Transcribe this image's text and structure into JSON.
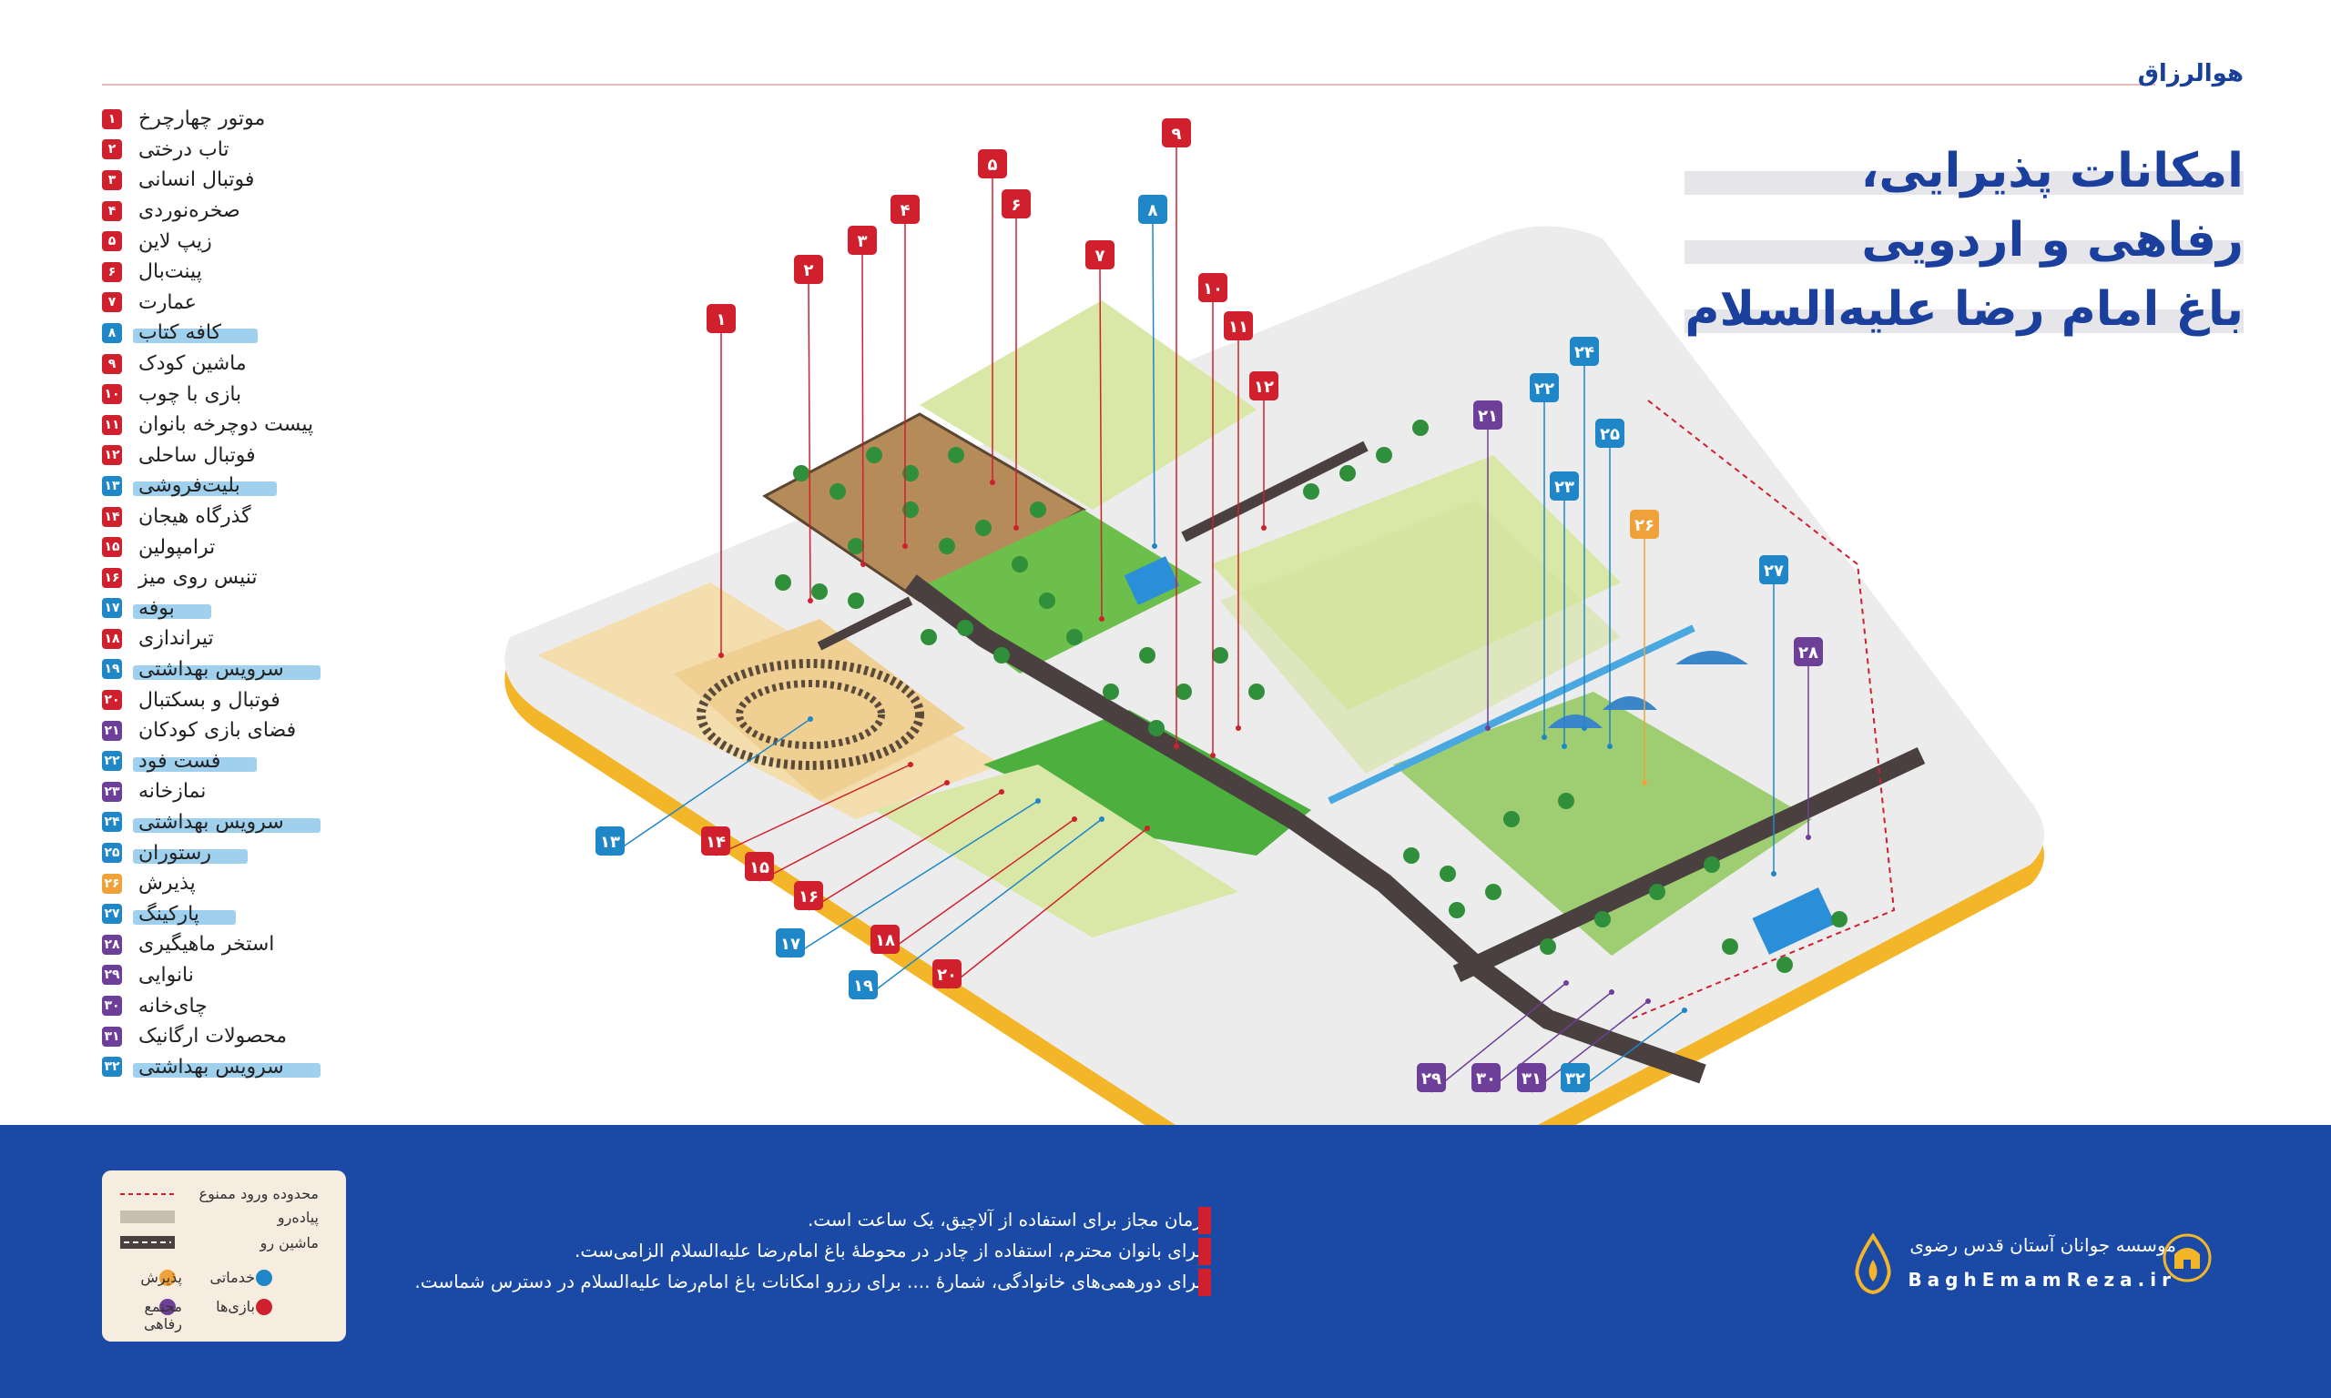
{
  "header": {
    "brand": "هوالرزاق",
    "title_line1": "امکانات پذیرایی،",
    "title_line2": "رفاهی و اردویی",
    "title_line3": "باغ امام رضا علیه‌السلام"
  },
  "colors": {
    "fun": "#d0202e",
    "service": "#1f86c8",
    "welfare": "#6d3f98",
    "reception": "#f0a13a",
    "band": "#1b4aa6",
    "platform": "#ededed",
    "gold": "#f3b629"
  },
  "legend_items": [
    {
      "num": "۱",
      "label": "موتور چهارچرخ",
      "cat": "red"
    },
    {
      "num": "۲",
      "label": "تاب درختی",
      "cat": "red"
    },
    {
      "num": "۳",
      "label": "فوتبال انسانی",
      "cat": "red"
    },
    {
      "num": "۴",
      "label": "صخره‌نوردی",
      "cat": "red"
    },
    {
      "num": "۵",
      "label": "زیپ لاین",
      "cat": "red"
    },
    {
      "num": "۶",
      "label": "پینت‌بال",
      "cat": "red"
    },
    {
      "num": "۷",
      "label": "عمارت",
      "cat": "red"
    },
    {
      "num": "۸",
      "label": "کافه کتاب",
      "cat": "blue"
    },
    {
      "num": "۹",
      "label": "ماشین کودک",
      "cat": "red"
    },
    {
      "num": "۱۰",
      "label": "بازی با چوب",
      "cat": "red"
    },
    {
      "num": "۱۱",
      "label": "پیست دوچرخه بانوان",
      "cat": "red"
    },
    {
      "num": "۱۲",
      "label": "فوتبال ساحلی",
      "cat": "red"
    },
    {
      "num": "۱۳",
      "label": "بلیت‌فروشی",
      "cat": "blue"
    },
    {
      "num": "۱۴",
      "label": "گذرگاه هیجان",
      "cat": "red"
    },
    {
      "num": "۱۵",
      "label": "ترامپولین",
      "cat": "red"
    },
    {
      "num": "۱۶",
      "label": "تنیس روی میز",
      "cat": "red"
    },
    {
      "num": "۱۷",
      "label": "بوفه",
      "cat": "blue"
    },
    {
      "num": "۱۸",
      "label": "تیراندازی",
      "cat": "red"
    },
    {
      "num": "۱۹",
      "label": "سرویس بهداشتی",
      "cat": "blue"
    },
    {
      "num": "۲۰",
      "label": "فوتبال و بسکتبال",
      "cat": "red"
    },
    {
      "num": "۲۱",
      "label": "فضای بازی کودکان",
      "cat": "purple"
    },
    {
      "num": "۲۲",
      "label": "فست فود",
      "cat": "blue"
    },
    {
      "num": "۲۳",
      "label": "نمازخانه",
      "cat": "purple"
    },
    {
      "num": "۲۴",
      "label": "سرویس بهداشتی",
      "cat": "blue"
    },
    {
      "num": "۲۵",
      "label": "رستوران",
      "cat": "blue"
    },
    {
      "num": "۲۶",
      "label": "پذیرش",
      "cat": "orange"
    },
    {
      "num": "۲۷",
      "label": "پارکینگ",
      "cat": "blue"
    },
    {
      "num": "۲۸",
      "label": "استخر ماهیگیری",
      "cat": "purple"
    },
    {
      "num": "۲۹",
      "label": "نانوایی",
      "cat": "purple"
    },
    {
      "num": "۳۰",
      "label": "چای‌خانه",
      "cat": "purple"
    },
    {
      "num": "۳۱",
      "label": "محصولات ارگانیک",
      "cat": "purple"
    },
    {
      "num": "۳۲",
      "label": "سرویس بهداشتی",
      "cat": "blue"
    }
  ],
  "markers": [
    {
      "num": "۱",
      "cat": "red"
    },
    {
      "num": "۲",
      "cat": "red"
    },
    {
      "num": "۳",
      "cat": "red"
    },
    {
      "num": "۴",
      "cat": "red"
    },
    {
      "num": "۵",
      "cat": "red"
    },
    {
      "num": "۶",
      "cat": "red"
    },
    {
      "num": "۷",
      "cat": "red"
    },
    {
      "num": "۸",
      "cat": "blue"
    },
    {
      "num": "۹",
      "cat": "red"
    },
    {
      "num": "۱۰",
      "cat": "red"
    },
    {
      "num": "۱۱",
      "cat": "red"
    },
    {
      "num": "۱۲",
      "cat": "red"
    },
    {
      "num": "۱۳",
      "cat": "blue"
    },
    {
      "num": "۱۴",
      "cat": "red"
    },
    {
      "num": "۱۵",
      "cat": "red"
    },
    {
      "num": "۱۶",
      "cat": "red"
    },
    {
      "num": "۱۷",
      "cat": "blue"
    },
    {
      "num": "۱۸",
      "cat": "red"
    },
    {
      "num": "۱۹",
      "cat": "blue"
    },
    {
      "num": "۲۰",
      "cat": "red"
    },
    {
      "num": "۲۱",
      "cat": "purple"
    },
    {
      "num": "۲۲",
      "cat": "blue"
    },
    {
      "num": "۲۳",
      "cat": "blue"
    },
    {
      "num": "۲۴",
      "cat": "blue"
    },
    {
      "num": "۲۵",
      "cat": "blue"
    },
    {
      "num": "۲۶",
      "cat": "orange"
    },
    {
      "num": "۲۷",
      "cat": "blue"
    },
    {
      "num": "۲۸",
      "cat": "purple"
    },
    {
      "num": "۲۹",
      "cat": "purple"
    },
    {
      "num": "۳۰",
      "cat": "purple"
    },
    {
      "num": "۳۱",
      "cat": "purple"
    },
    {
      "num": "۳۲",
      "cat": "blue"
    }
  ],
  "key": {
    "restricted": "محدوده ورود ممنوع",
    "walkway": "پیاده‌رو",
    "carway": "ماشین رو",
    "reception": "پذیرش",
    "service": "خدماتی",
    "welfare": "مجتمع رفاهی",
    "games": "بازی‌ها"
  },
  "notes": {
    "n1": "زمان مجاز برای استفاده از آلاچیق، یک ساعت است.",
    "n2": "برای بانوان محترم، استفاده از چادر در محوطهٔ باغ امام‌رضا علیه‌السلام الزامی‌ست.",
    "n3": "برای دورهمی‌های خانوادگی، شمارهٔ .... برای رزرو امکانات باغ امام‌رضا علیه‌السلام در دسترس شماست."
  },
  "org": {
    "name": "موسسه جوانان آستان قدس رضوی",
    "site": "BaghEmamReza.ir"
  },
  "icons": [
    "cup-icon",
    "toilet-icon",
    "fastfood-icon",
    "dome-icon",
    "restaurant-icon",
    "parking-icon",
    "shop-icon"
  ]
}
